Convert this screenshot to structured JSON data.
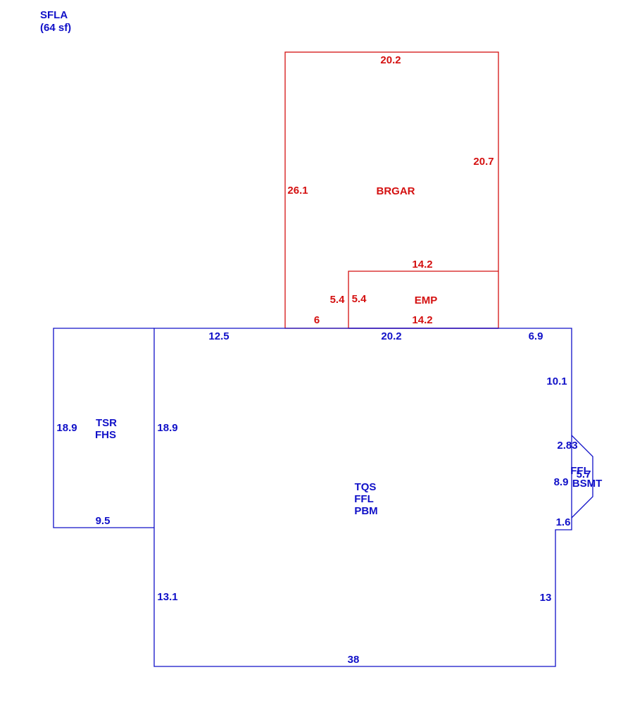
{
  "colors": {
    "blue": "#1010c8",
    "red": "#d41010",
    "purple": "#8030b0"
  },
  "summary": {
    "line1": "SFLA",
    "line2": "(64 sf)"
  },
  "areas": {
    "brgar": "BRGAR",
    "emp": "EMP",
    "tsr": "TSR",
    "fhs": "FHS",
    "tqs": "TQS",
    "ffl_main": "FFL",
    "pbm": "PBM",
    "ffl_bay": "FFL",
    "bsmt": "BSMT"
  },
  "dimensions": {
    "brgar_top": "20.2",
    "brgar_right": "20.7",
    "brgar_left": "26.1",
    "emp_top": "14.2",
    "emp_left_a": "5.4",
    "emp_left_b": "5.4",
    "emp_bottom": "14.2",
    "brgar_bottom": "6",
    "main_top_left": "12.5",
    "main_top_mid": "20.2",
    "main_top_right": "6.9",
    "main_right_upper": "10.1",
    "tsr_left": "18.9",
    "tsr_right": "18.9",
    "tsr_bottom": "9.5",
    "bay_top": "2.83",
    "bay_mid": "8.9",
    "bay_face": "5.7",
    "bay_bottom": "1.6",
    "main_left_lower": "13.1",
    "main_right_lower": "13",
    "main_bottom": "38"
  }
}
